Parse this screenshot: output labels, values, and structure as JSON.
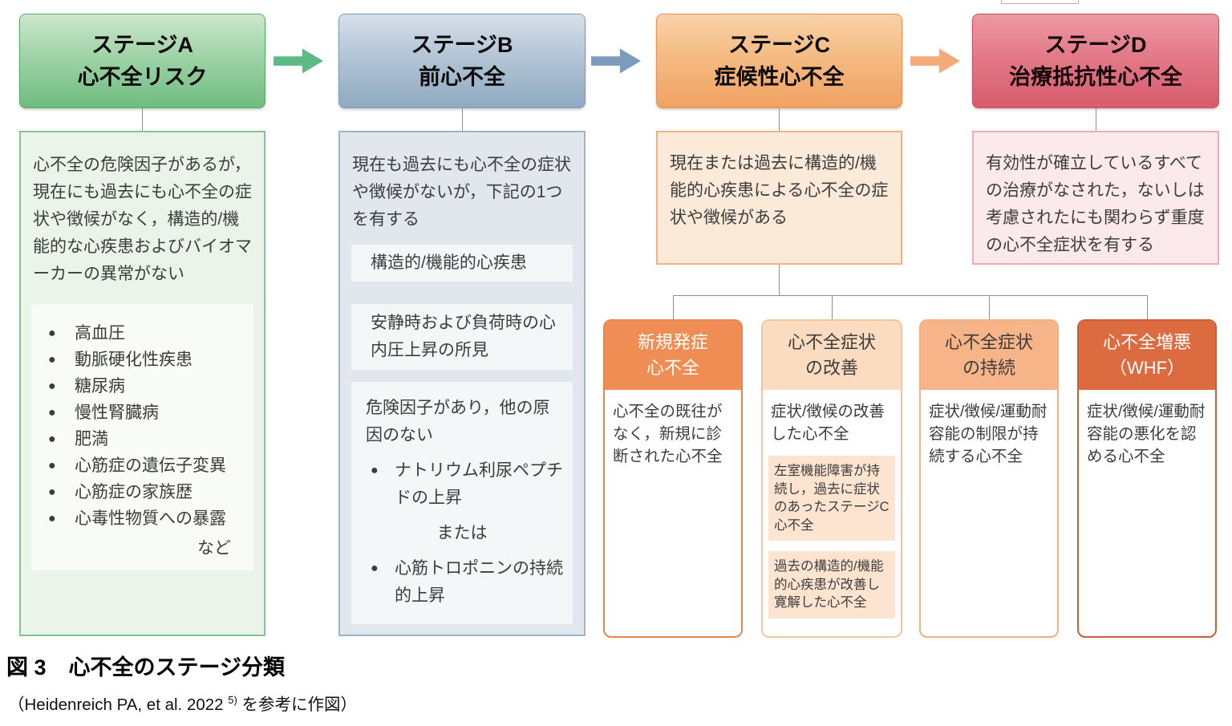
{
  "figure": {
    "caption_label": "図 3",
    "caption_title": "心不全のステージ分類",
    "source_prefix": "（Heidenreich PA, et al. 2022",
    "source_ref": "5)",
    "source_suffix": "を参考に作図）"
  },
  "palette": {
    "stage_a_accent": "#6fbc7f",
    "stage_b_accent": "#8fa9c1",
    "stage_c_accent": "#f0a263",
    "stage_d_accent": "#d75b6c",
    "arrow_ab": "#5dba86",
    "arrow_bc": "#7b9cbd",
    "arrow_cd": "#f4ab79",
    "connector_gray": "#8f8f8f"
  },
  "stages": [
    {
      "name": "A",
      "title_line1": "ステージA",
      "title_line2": "心不全リスク",
      "description": "心不全の危険因子があるが，現在にも過去にも心不全の症状や徴候がなく，構造的/機能的な心疾患およびバイオマーカーの異常がない",
      "risk_factors": [
        "高血圧",
        "動脈硬化性疾患",
        "糖尿病",
        "慢性腎臓病",
        "肥満",
        "心筋症の遺伝子変異",
        "心筋症の家族歴",
        "心毒性物質への暴露"
      ],
      "risk_factors_note": "など"
    },
    {
      "name": "B",
      "title_line1": "ステージB",
      "title_line2": "前心不全",
      "description": "現在も過去にも心不全の症状や徴候がないが，下記の1つを有する",
      "criterion1": "構造的/機能的心疾患",
      "criterion2": "安静時および負荷時の心内圧上昇の所見",
      "criterion3": {
        "intro": "危険因子があり，他の原因のない",
        "bullet1": "ナトリウム利尿ペプチドの上昇",
        "separator": "または",
        "bullet2": "心筋トロポニンの持続的上昇"
      }
    },
    {
      "name": "C",
      "title_line1": "ステージC",
      "title_line2": "症候性心不全",
      "description": "現在または過去に構造的/機能的心疾患による心不全の症状や徴候がある"
    },
    {
      "name": "D",
      "title_line1": "ステージD",
      "title_line2": "治療抵抗性心不全",
      "description": "有効性が確立しているすべての治療がなされた，ないしは考慮されたにも関わらず重度の心不全症状を有する"
    }
  ],
  "stage_c_outcomes": [
    {
      "title_line1": "新規発症",
      "title_line2": "心不全",
      "description": "心不全の既往がなく，新規に診断された心不全",
      "header_color": "#ef8d55"
    },
    {
      "title_line1": "心不全症状",
      "title_line2": "の改善",
      "description": "症状/徴候の改善した心不全",
      "header_color": "#fbdcc1",
      "notes": [
        "左室機能障害が持続し，過去に症状のあったステージC心不全",
        "過去の構造的/機能的心疾患が改善し寛解した心不全"
      ]
    },
    {
      "title_line1": "心不全症状",
      "title_line2": "の持続",
      "description": "症状/徴候/運動耐容能の制限が持続する心不全",
      "header_color": "#f6b488"
    },
    {
      "title_line1": "心不全増悪",
      "title_line2": "（WHF）",
      "description": "症状/徴候/運動耐容能の悪化を認める心不全",
      "header_color": "#dd6b40"
    }
  ]
}
